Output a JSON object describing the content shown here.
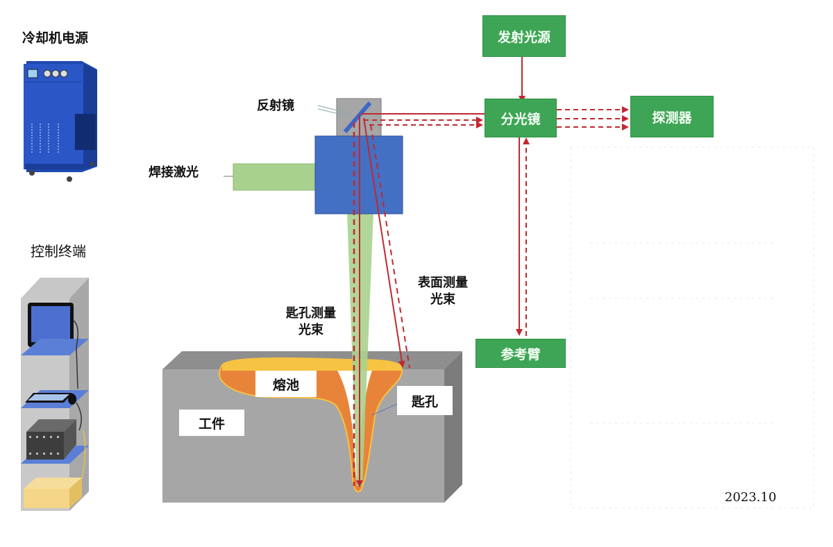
{
  "labels": {
    "chiller": "冷却机电源",
    "control_terminal": "控制终端",
    "mirror": "反射镜",
    "welding_laser": "焊接激光",
    "keyhole_beam": "匙孔测量\n光束",
    "keyhole_beam_line1": "匙孔测量",
    "keyhole_beam_line2": "光束",
    "surface_beam_line1": "表面测量",
    "surface_beam_line2": "光束",
    "melt_pool": "熔池",
    "keyhole": "匙孔",
    "workpiece": "工件"
  },
  "boxes": {
    "light_source": "发射光源",
    "beam_splitter": "分光镜",
    "detector": "探测器",
    "reference_arm": "参考臂"
  },
  "date": "2023.10",
  "colors": {
    "box_green": "#3fa556",
    "beam_red": "#c0282e",
    "head_blue": "#4470c4",
    "laser_green": "#a9d18e",
    "workpiece_gray": "#a6a6a6",
    "melt_orange": "#e8843a",
    "melt_yellow": "#f6c342",
    "chiller_blue": "#2a52be"
  }
}
